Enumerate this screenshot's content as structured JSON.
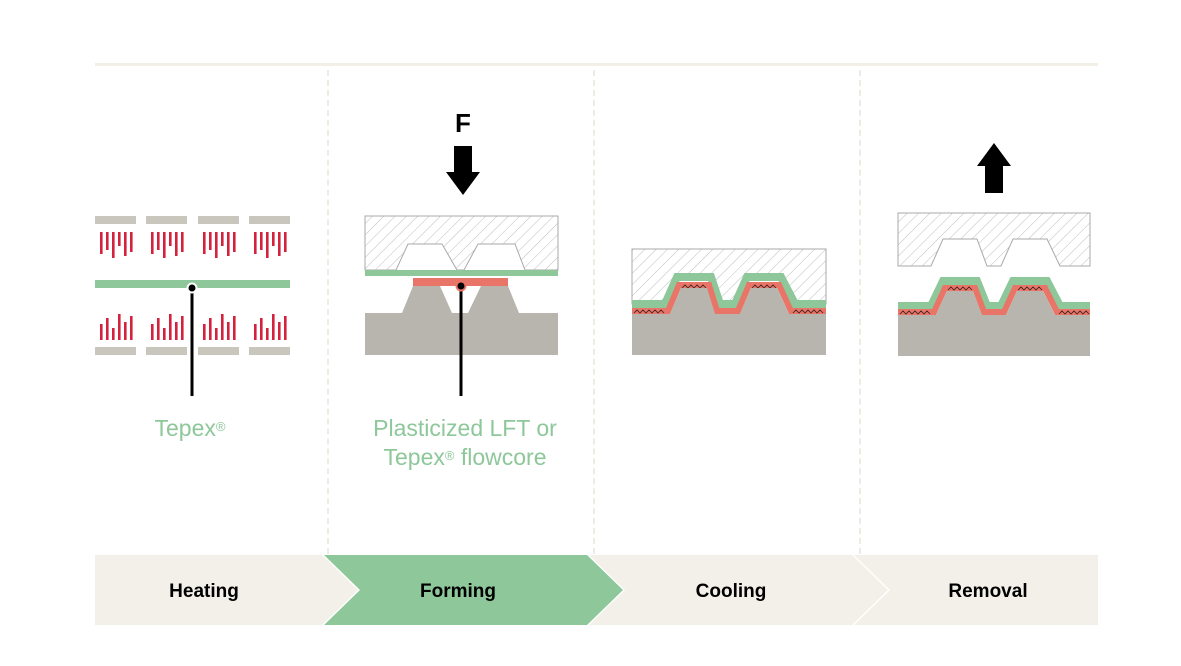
{
  "labels": {
    "tepex_name": "Tepex",
    "tepex_reg": "®",
    "lft_line1": "Plasticized LFT or",
    "lft_line2_name": "Tepex",
    "lft_line2_reg": "®",
    "lft_line2_rest": " flowcore"
  },
  "force_label": "F",
  "steps": [
    "Heating",
    "Forming",
    "Cooling",
    "Removal"
  ],
  "active_step": "Forming",
  "colors": {
    "green": "#8dc79a",
    "red_fibers": "#d4213d",
    "salmon": "#e87567",
    "gray_tool": "#b7b5ae",
    "light_plate": "#c9c6bd",
    "hatch": "#b9b9b9",
    "step_bg": "#f2f0e8"
  }
}
